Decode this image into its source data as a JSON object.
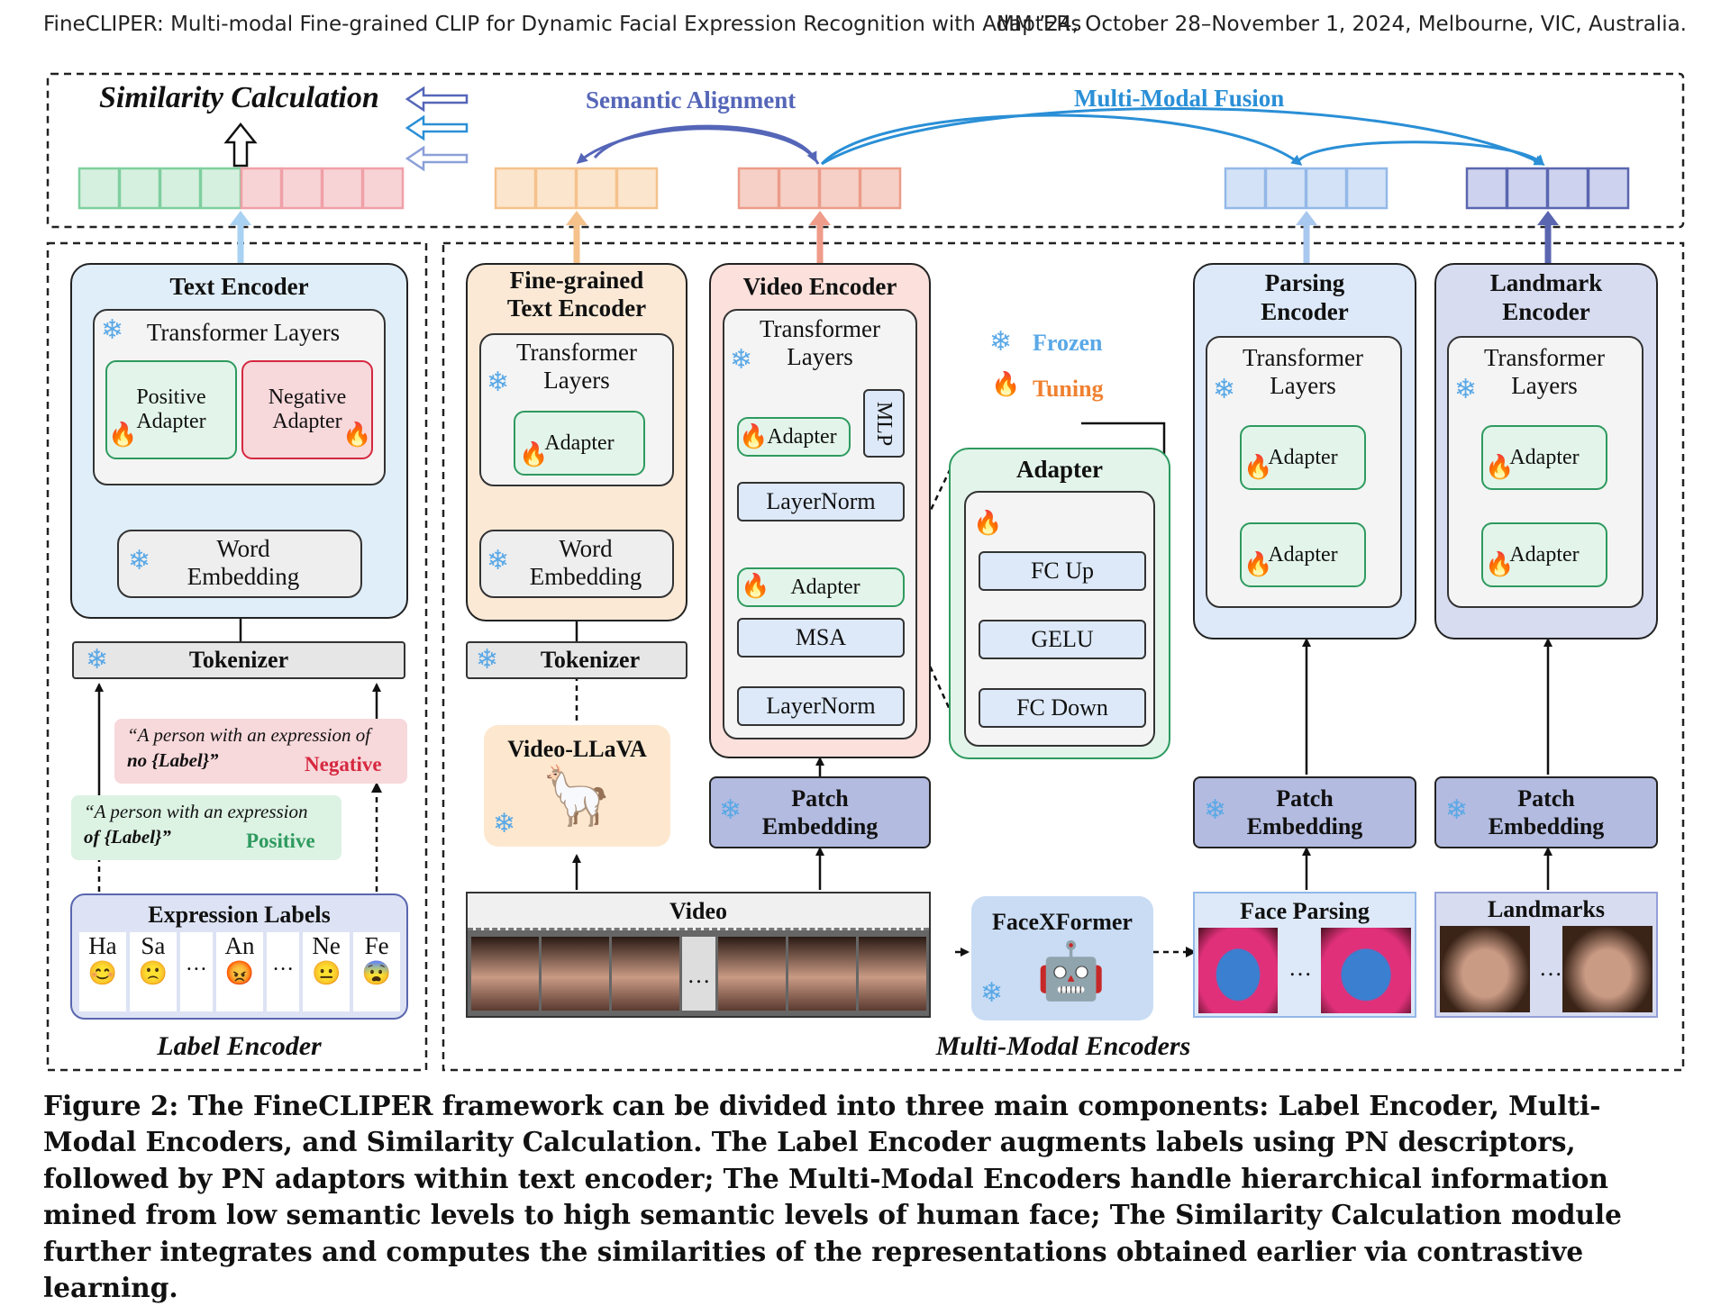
{
  "header": {
    "left": "FineCLIPER: Multi-modal Fine-grained CLIP for Dynamic Facial Expression Recognition with AdaptERs",
    "right": "MM ’24, October 28–November 1, 2024, Melbourne, VIC, Australia."
  },
  "top": {
    "similarity": "Similarity Calculation",
    "semantic_alignment": "Semantic Alignment",
    "multimodal_fusion": "Multi-Modal Fusion"
  },
  "label_encoder": {
    "title": "Label Encoder",
    "text_encoder": "Text Encoder",
    "transformer_layers": "Transformer Layers",
    "positive_adapter": "Positive Adapter",
    "negative_adapter": "Negative Adapter",
    "word_embedding": "Word Embedding",
    "tokenizer": "Tokenizer",
    "neg_prompt_a": "“A person with an expression of",
    "neg_prompt_b": "no {Label}”",
    "neg_tag": "Negative",
    "pos_prompt_a": "“A person with an expression",
    "pos_prompt_b": "of {Label}”",
    "pos_tag": "Positive",
    "expr_title": "Expression Labels",
    "labels": [
      "Ha",
      "Sa",
      "…",
      "An",
      "…",
      "Ne",
      "Fe"
    ],
    "emojis": [
      "😊",
      "🙁",
      "",
      "😡",
      "",
      "😐",
      "😨"
    ]
  },
  "mm": {
    "title": "Multi-Modal Encoders",
    "fg_text_encoder": "Fine-grained Text Encoder",
    "transformer_layers": "Transformer Layers",
    "adapter": "Adapter",
    "word_embedding": "Word Embedding",
    "tokenizer": "Tokenizer",
    "video_llava": "Video-LLaVA",
    "video_encoder": "Video Encoder",
    "mlp": "MLP",
    "layernorm": "LayerNorm",
    "msa": "MSA",
    "patch_embedding": "Patch Embedding",
    "video": "Video",
    "frozen": "Frozen",
    "tuning": "Tuning",
    "adapter_title": "Adapter",
    "fc_up": "FC Up",
    "gelu": "GELU",
    "fc_down": "FC Down",
    "facexformer": "FaceXFormer",
    "parsing_encoder": "Parsing Encoder",
    "landmark_encoder": "Landmark Encoder",
    "face_parsing": "Face Parsing",
    "landmarks": "Landmarks",
    "ellipsis": "…"
  },
  "caption": "Figure 2:  The FineCLIPER framework can be divided into three main components: Label Encoder, Multi-Modal Encoders, and Similarity Calculation. The Label Encoder augments labels using PN descriptors, followed by PN adaptors within text encoder; The Multi-Modal Encoders handle hierarchical information mined from low semantic levels to high semantic levels of human face; The Similarity Calculation module further integrates and computes the similarities of the representations obtained earlier via contrastive learning.",
  "colors": {
    "green_token": "#d6f0df",
    "red_token": "#f7d3d6",
    "yellow_token": "#fbe5cc",
    "salmon_token": "#f6d0c6",
    "blue_token": "#d3e2f6",
    "indigo_token": "#cdd3ee",
    "semantic_alignment": "#5566b8",
    "fusion": "#2a8fd6",
    "positive": "#2e9a5f",
    "negative": "#d62840"
  }
}
